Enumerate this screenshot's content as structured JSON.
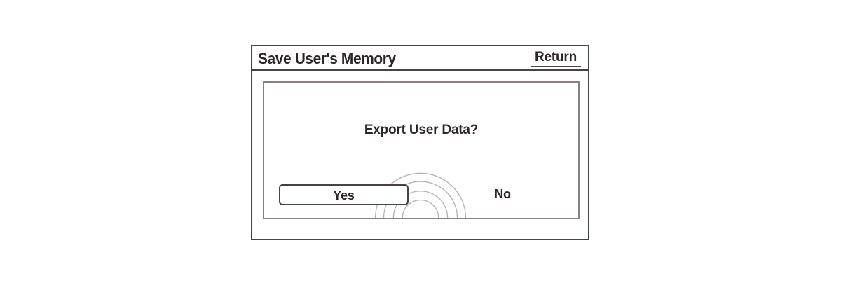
{
  "window": {
    "title": "Save User's Memory",
    "return_label": "Return"
  },
  "content": {
    "prompt": "Export User Data?"
  },
  "choices": {
    "yes_label": "Yes",
    "no_label": "No",
    "selected": "Yes"
  },
  "colors": {
    "outer_border": "#4a4242",
    "inner_border": "#8a8080",
    "text": "#2e2626",
    "background": "#ffffff",
    "decor_arc": "#b9b2b2"
  }
}
